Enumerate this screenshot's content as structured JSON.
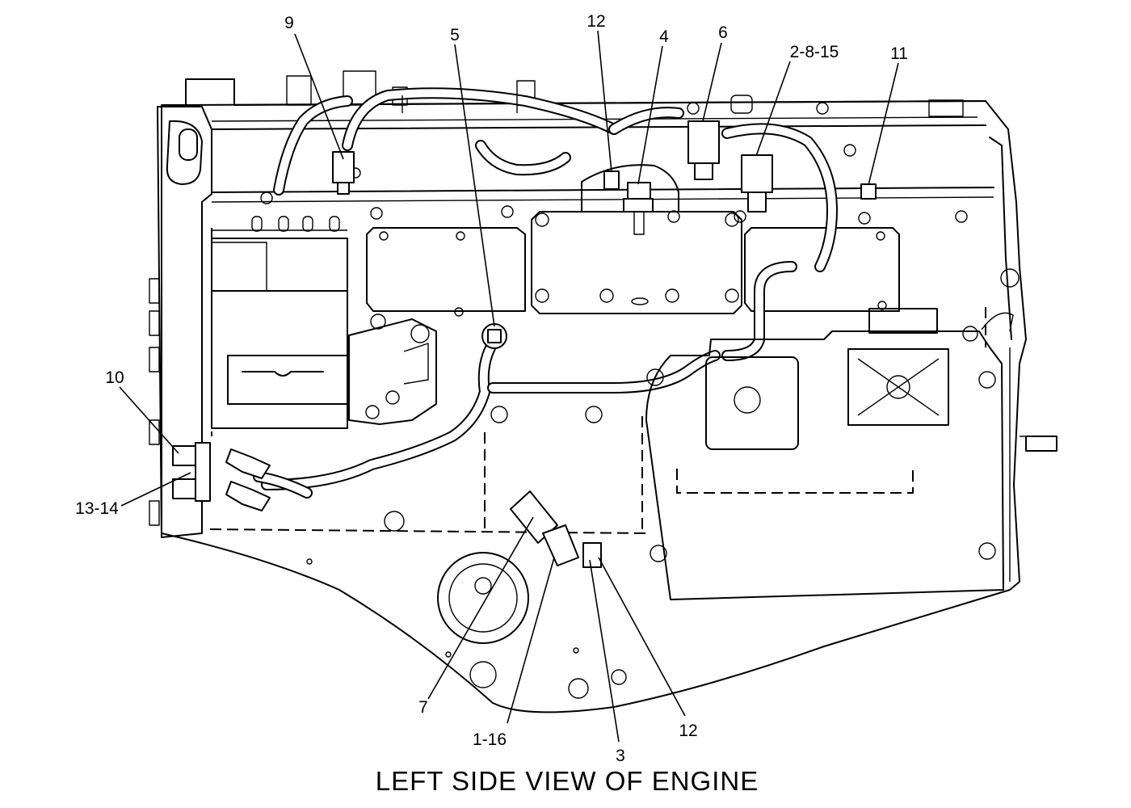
{
  "caption": "LEFT SIDE VIEW OF ENGINE",
  "callouts": {
    "c9": "9",
    "c5": "5",
    "c12_top": "12",
    "c4": "4",
    "c6": "6",
    "c2_8_15": "2-8-15",
    "c11": "11",
    "c10": "10",
    "c13_14": "13-14",
    "c7": "7",
    "c1_16": "1-16",
    "c3": "3",
    "c12_bottom": "12"
  }
}
